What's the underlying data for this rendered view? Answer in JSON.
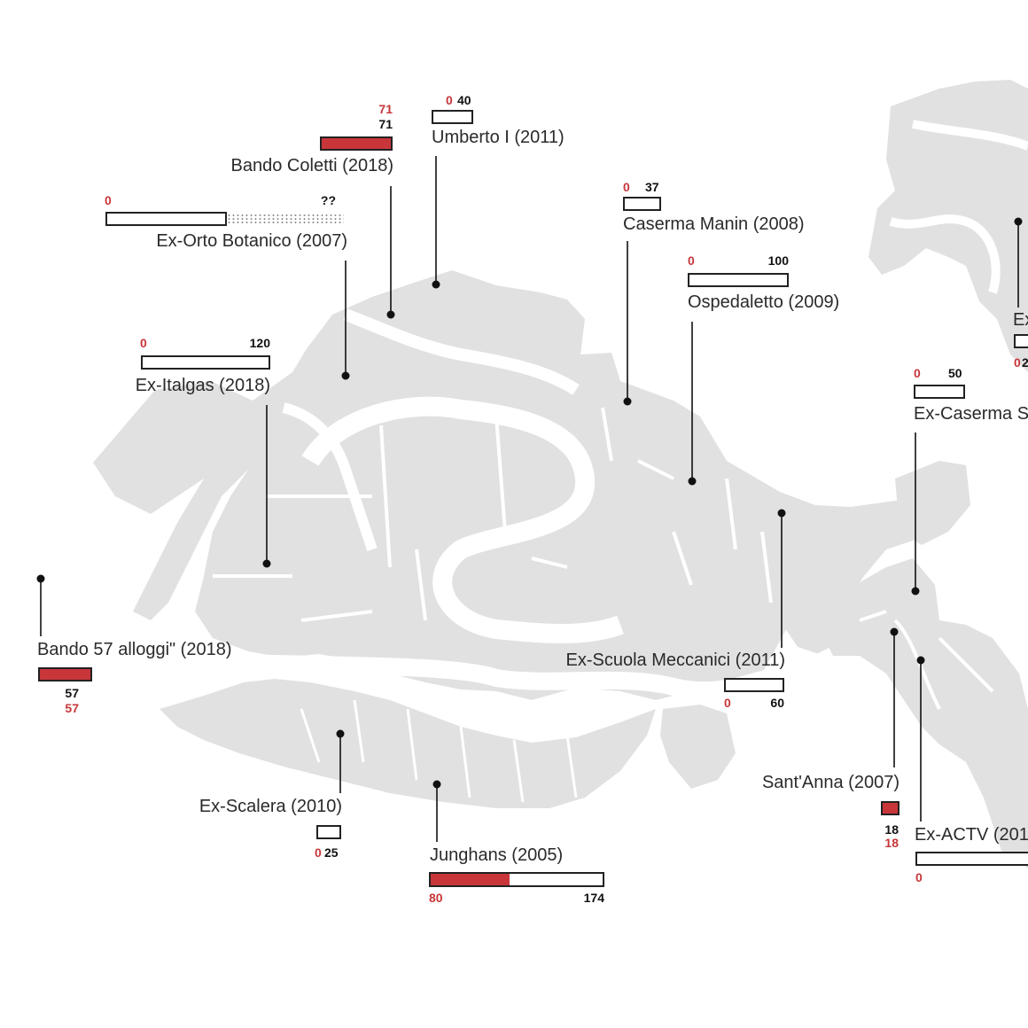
{
  "colors": {
    "land": "#e1e1e1",
    "assigned": "#c8363a",
    "outline": "#222222"
  },
  "sites": [
    {
      "id": "umberto",
      "name": "Umberto I (2011)",
      "assigned": "0",
      "total": "40",
      "assigned_fraction": 0.0
    },
    {
      "id": "coletti",
      "name": "Bando Coletti (2018)",
      "assigned": "71",
      "total": "71",
      "assigned_fraction": 1.0
    },
    {
      "id": "orto",
      "name": "Ex-Orto Botanico (2007)",
      "assigned": "0",
      "total": "??",
      "assigned_fraction": 0.0
    },
    {
      "id": "manin",
      "name": "Caserma Manin (2008)",
      "assigned": "0",
      "total": "37",
      "assigned_fraction": 0.0
    },
    {
      "id": "ospedaletto",
      "name": "Ospedaletto (2009)",
      "assigned": "0",
      "total": "100",
      "assigned_fraction": 0.0
    },
    {
      "id": "italgas",
      "name": "Ex-Italgas (2018)",
      "assigned": "0",
      "total": "120",
      "assigned_fraction": 0.0
    },
    {
      "id": "bando57",
      "name": "Bando 57 alloggi\" (2018)",
      "assigned": "57",
      "total": "57",
      "assigned_fraction": 1.0
    },
    {
      "id": "caserma_s",
      "name": "Ex-Caserma S",
      "assigned": "0",
      "total": "50",
      "assigned_fraction": 0.0
    },
    {
      "id": "ex_edge",
      "name": "Ex",
      "assigned": "0",
      "total": "2",
      "assigned_fraction": 0.0
    },
    {
      "id": "meccanici",
      "name": "Ex-Scuola Meccanici (2011)",
      "assigned": "0",
      "total": "60",
      "assigned_fraction": 0.0
    },
    {
      "id": "santanna",
      "name": "Sant'Anna (2007)",
      "assigned": "18",
      "total": "18",
      "assigned_fraction": 1.0
    },
    {
      "id": "actv",
      "name": "Ex-ACTV (201",
      "assigned": "0",
      "total": "",
      "assigned_fraction": 0.0
    },
    {
      "id": "scalera",
      "name": "Ex-Scalera (2010)",
      "assigned": "0",
      "total": "25",
      "assigned_fraction": 0.0
    },
    {
      "id": "junghans",
      "name": "Junghans (2005)",
      "assigned": "80",
      "total": "174",
      "assigned_fraction": 0.46
    }
  ]
}
